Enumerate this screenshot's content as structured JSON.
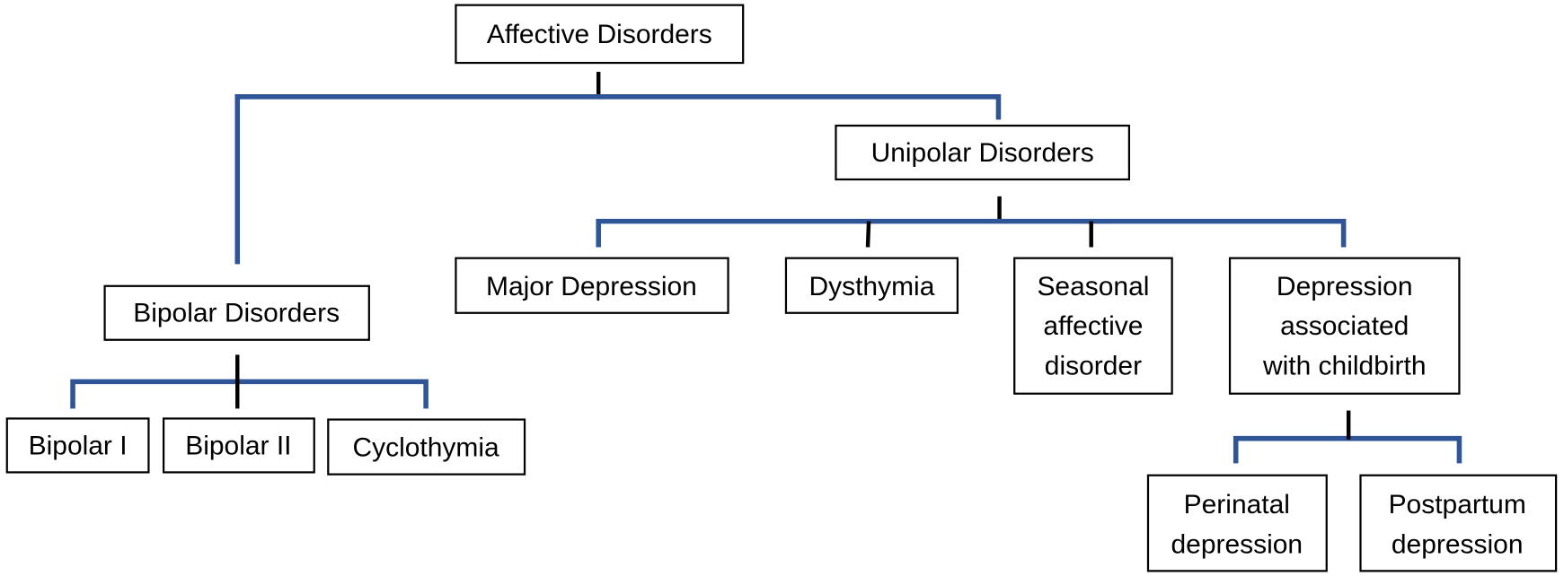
{
  "diagram": {
    "colors": {
      "connector": "#2F5597",
      "tick": "#000000",
      "box_border": "#000000"
    },
    "nodes": {
      "root": {
        "label": "Affective Disorders"
      },
      "unipolar": {
        "label": "Unipolar Disorders"
      },
      "bipolar": {
        "label": "Bipolar Disorders"
      },
      "major_depression": {
        "label": "Major Depression"
      },
      "dysthymia": {
        "label": "Dysthymia"
      },
      "seasonal": {
        "lines": [
          "Seasonal",
          "affective",
          "disorder"
        ]
      },
      "childbirth": {
        "lines": [
          "Depression",
          "associated",
          "with childbirth"
        ]
      },
      "bipolar_i": {
        "label": "Bipolar I"
      },
      "bipolar_ii": {
        "label": "Bipolar II"
      },
      "cyclothymia": {
        "label": "Cyclothymia"
      },
      "perinatal": {
        "lines": [
          "Perinatal",
          "depression"
        ]
      },
      "postpartum": {
        "lines": [
          "Postpartum",
          "depression"
        ]
      }
    }
  }
}
